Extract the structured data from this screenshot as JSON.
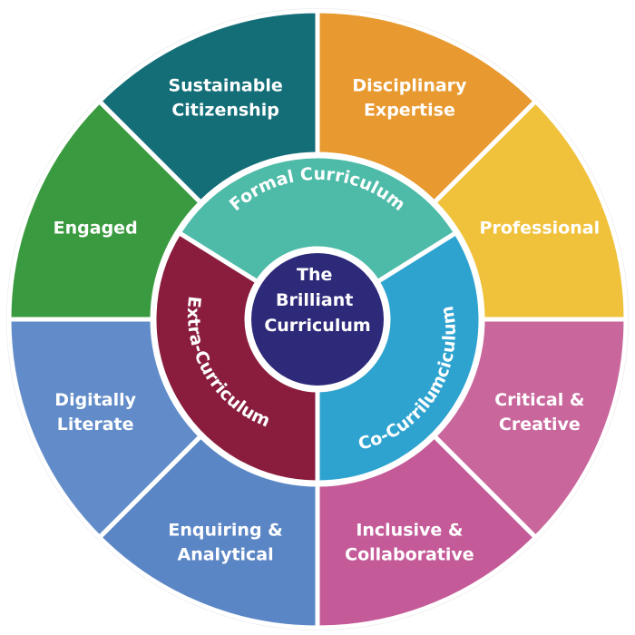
{
  "center": {
    "lines": [
      "The",
      "Brilliant",
      "Curriculum"
    ],
    "color": "#2e2a7a"
  },
  "inner_ring": [
    {
      "label": "Formal Curriculum",
      "color": "#4dbba8"
    },
    {
      "label": "Co-Currilumciculum",
      "color": "#2ea3cf"
    },
    {
      "label": "Extra-Curriculum",
      "color": "#8a1d3d"
    }
  ],
  "outer_segments": [
    {
      "lines": [
        "Disciplinary",
        "Expertise"
      ],
      "color": "#e8992f"
    },
    {
      "lines": [
        "Professional"
      ],
      "color": "#f0c13a"
    },
    {
      "lines": [
        "Critical &",
        "Creative"
      ],
      "color": "#c9669c"
    },
    {
      "lines": [
        "Inclusive &",
        "Collaborative"
      ],
      "color": "#c45b98"
    },
    {
      "lines": [
        "Enquiring &",
        "Analytical"
      ],
      "color": "#5b86c5"
    },
    {
      "lines": [
        "Digitally",
        "Literate"
      ],
      "color": "#628cc9"
    },
    {
      "lines": [
        "Engaged"
      ],
      "color": "#3a9a3f"
    },
    {
      "lines": [
        "Sustainable",
        "Citizenship"
      ],
      "color": "#136e78"
    }
  ]
}
